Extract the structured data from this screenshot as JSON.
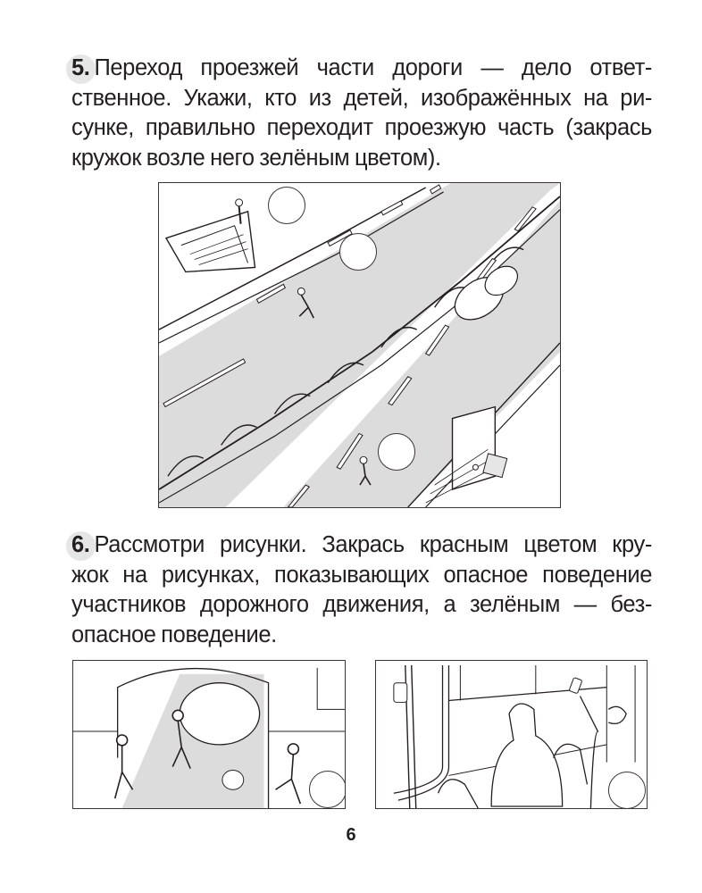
{
  "task5": {
    "number": "5.",
    "lines": [
      "Переход проезжей части дороги — дело ответ-",
      "ственное. Укажи, кто из детей, изображённых на ри-",
      "сунке, правильно переходит проезжую часть (закрась",
      "кружок возле него зелёным цветом)."
    ],
    "picture": {
      "description": "Road with divider fence; children crossing: one via underpass stairs (top-left), one climbing over the divider fence, one crossing in the road, one in the underpass with pedestrian crossing sign; a car on the road",
      "answer_circles": [
        {
          "label": "child-on-underpass-stairs-top",
          "filled": false
        },
        {
          "label": "child-climbing-fence",
          "filled": false
        },
        {
          "label": "child-crossing-road",
          "filled": false
        }
      ],
      "colors": {
        "road": "#dcdcdc",
        "line": "#231f20",
        "paper": "#ffffff"
      }
    }
  },
  "task6": {
    "number": "6.",
    "lines": [
      "Рассмотри рисунки. Закрась красным цветом кру-",
      "жок на рисунках, показывающих опасное поведение",
      "участников дорожного движения, а зелёным — без-",
      "опасное поведение."
    ],
    "pictures": [
      {
        "description": "Children playing ball in a driveway arch while a car comes out",
        "answer_circle_filled": false
      },
      {
        "description": "Boy in a bus reaching to press the stop button, a man sitting on a seat",
        "answer_circle_filled": false
      }
    ]
  },
  "footer": {
    "page_number": "6"
  },
  "colors": {
    "text": "#231f20",
    "badge_bg": "#e6e6e6",
    "frame": "#3a3635"
  }
}
